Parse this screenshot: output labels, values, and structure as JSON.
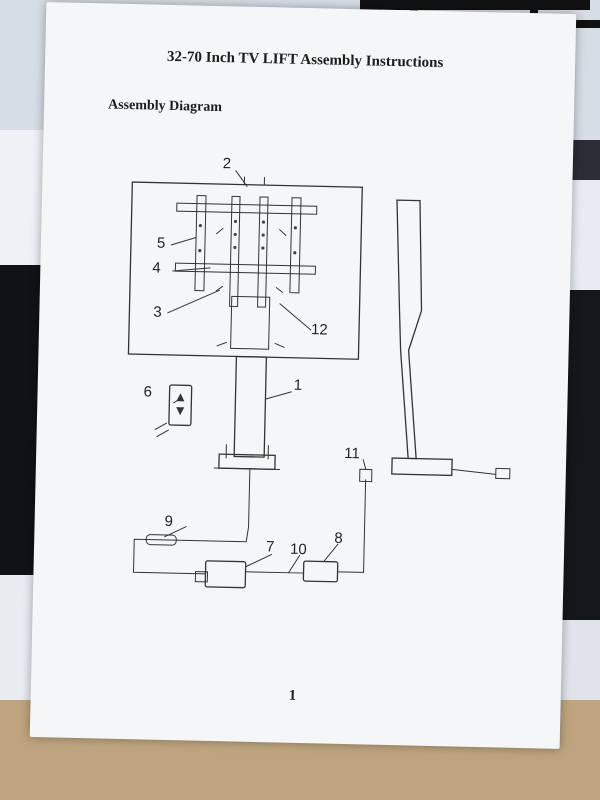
{
  "document": {
    "title": "32-70 Inch TV LIFT Assembly Instructions",
    "section_heading": "Assembly Diagram",
    "page_number": "1"
  },
  "callouts": {
    "c1": "1",
    "c2": "2",
    "c3": "3",
    "c4": "4",
    "c5": "5",
    "c6": "6",
    "c7": "7",
    "c8": "8",
    "c9": "9",
    "c10": "10",
    "c11": "11",
    "c12": "12"
  }
}
